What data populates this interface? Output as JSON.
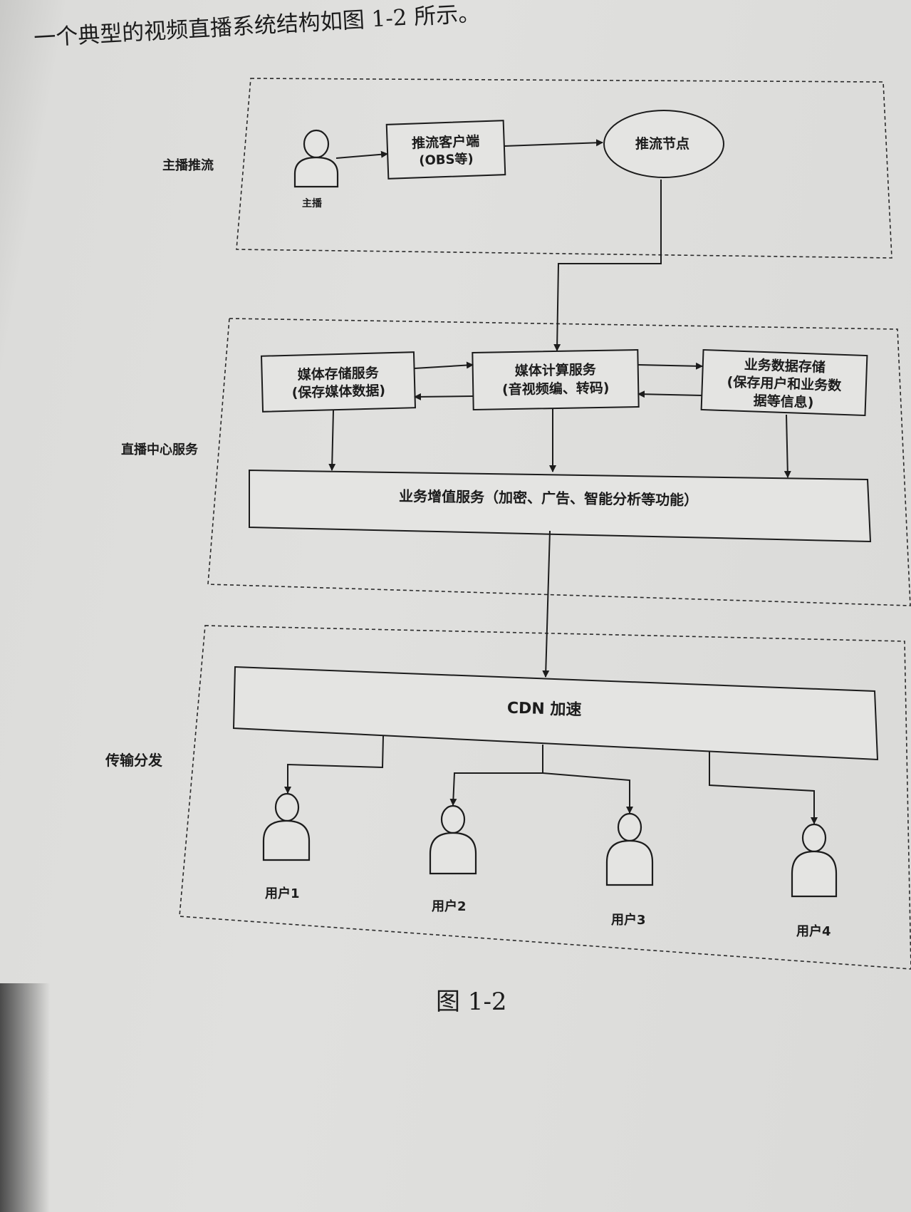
{
  "intro_text": "一个典型的视频直播系统结构如图 1-2 所示。",
  "caption": "图 1-2",
  "zones": {
    "push": "主播推流",
    "center": "直播中心服务",
    "distribution": "传输分发"
  },
  "nodes": {
    "streamer": "主播",
    "push_client_line1": "推流客户端",
    "push_client_line2": "(OBS等)",
    "push_node": "推流节点",
    "media_storage_line1": "媒体存储服务",
    "media_storage_line2": "(保存媒体数据)",
    "media_compute_line1": "媒体计算服务",
    "media_compute_line2": "(音视频编、转码)",
    "biz_data_line1": "业务数据存储",
    "biz_data_line2": "(保存用户和业务数",
    "biz_data_line3": "据等信息)",
    "value_added": "业务增值服务（加密、广告、智能分析等功能）",
    "cdn": "CDN 加速",
    "user1": "用户1",
    "user2": "用户2",
    "user3": "用户3",
    "user4": "用户4"
  }
}
